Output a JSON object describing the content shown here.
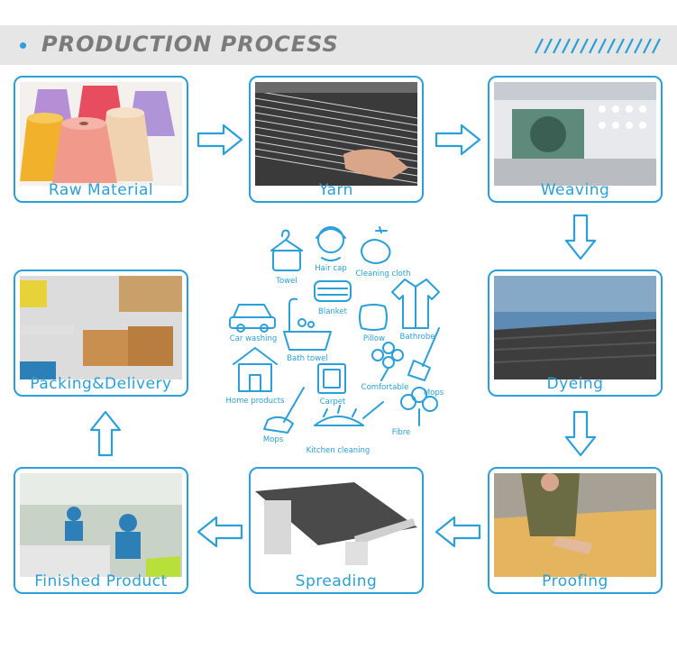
{
  "header": {
    "title": "PRODUCTION PROCESS"
  },
  "steps": [
    {
      "label": "Raw Material"
    },
    {
      "label": "Yarn"
    },
    {
      "label": "Weaving"
    },
    {
      "label": "Dyeing"
    },
    {
      "label": "Proofing"
    },
    {
      "label": "Spreading"
    },
    {
      "label": "Finished Product"
    },
    {
      "label": "Packing&Delivery"
    }
  ],
  "products": [
    "Towel",
    "Hair cap",
    "Cleaning cloth",
    "Blanket",
    "Car washing",
    "Pillow",
    "Bathrobe",
    "Bath towel",
    "Comfortable",
    "Home products",
    "Carpet",
    "Mops",
    "Mops",
    "Fibre",
    "Kitchen cleaning"
  ],
  "colors": {
    "accent": "#2a9fd8",
    "header_bg": "#e6e6e6",
    "title": "#7b7b7b"
  }
}
